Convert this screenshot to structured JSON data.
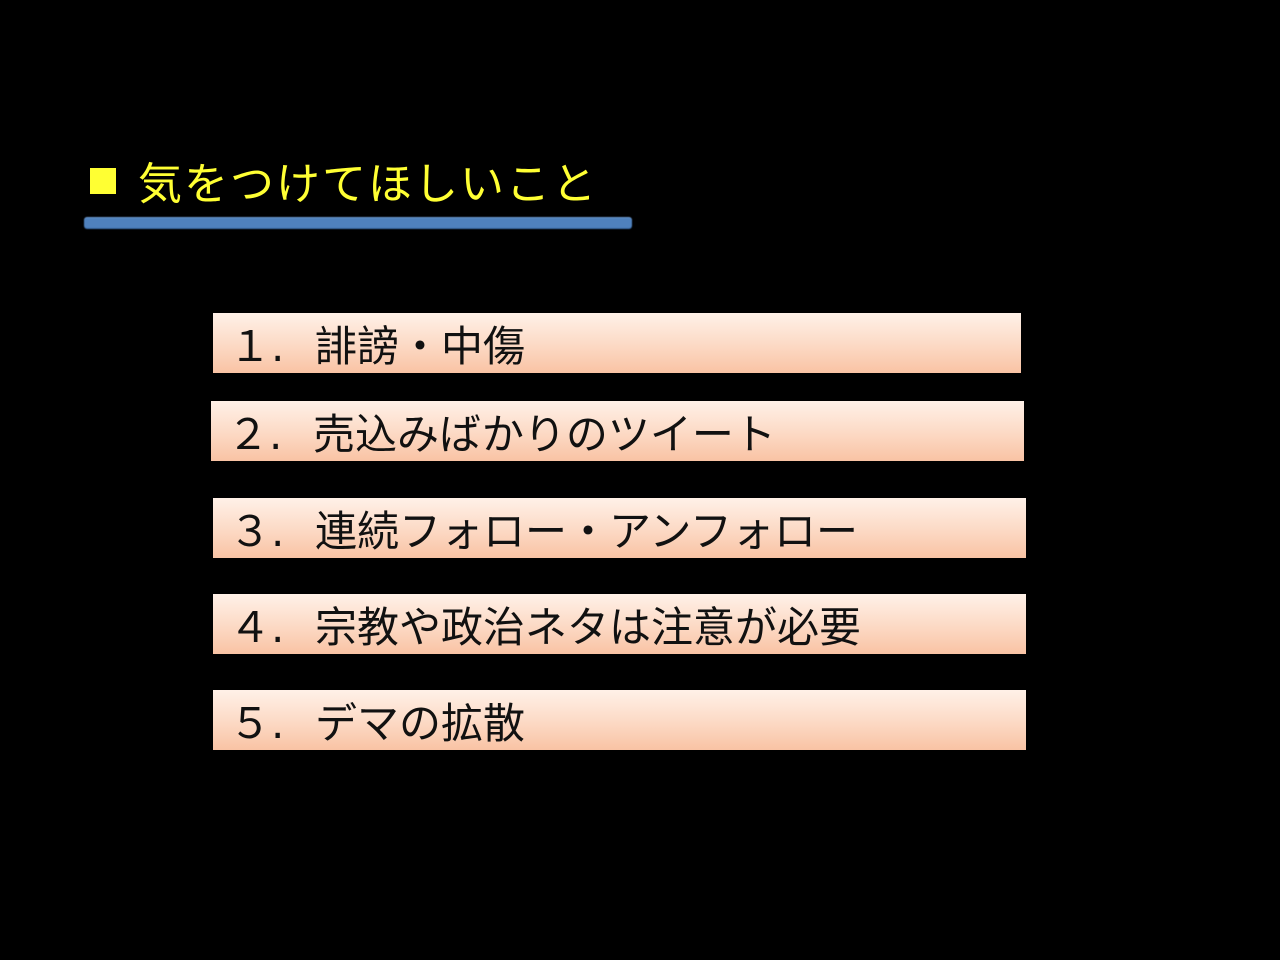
{
  "slide": {
    "heading": "気をつけてほしいこと",
    "bullet_symbol": "■",
    "colors": {
      "background": "#000000",
      "heading": "#ffff33",
      "underline": "#4f81bd",
      "item_fill_top": "#fff1e8",
      "item_fill_bottom": "#f9c3a4",
      "item_text": "#111111"
    },
    "items": [
      {
        "number": "１.",
        "text": "誹謗・中傷"
      },
      {
        "number": "２.",
        "text": "売込みばかりのツイート"
      },
      {
        "number": "３.",
        "text": "連続フォロー・アンフォロー"
      },
      {
        "number": "４.",
        "text": "宗教や政治ネタは注意が必要"
      },
      {
        "number": "５.",
        "text": "デマの拡散"
      }
    ]
  }
}
